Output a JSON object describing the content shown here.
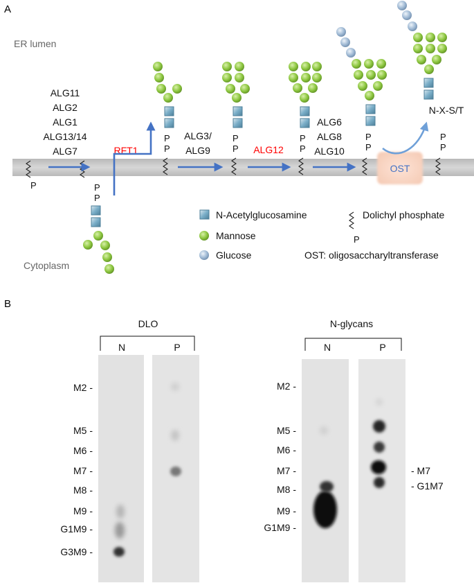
{
  "panel_a": {
    "letter": "A",
    "er_lumen": "ER lumen",
    "cytoplasm": "Cytoplasm",
    "enzymes_left": [
      "ALG11",
      "ALG2",
      "ALG1",
      "ALG13/14",
      "ALG7"
    ],
    "flippase": "RFT1",
    "alg3_9": [
      "ALG3/",
      "ALG9"
    ],
    "alg12": "ALG12",
    "alg6_8_10": [
      "ALG6",
      "ALG8",
      "ALG10"
    ],
    "ost": "OST",
    "nxst": "N-X-S/T",
    "p": "P",
    "legend": {
      "glcnac": "N-Acetylglucosamine",
      "mannose": "Mannose",
      "glucose": "Glucose",
      "dolichyl": "Dolichyl phosphate",
      "ost_def": "OST: oligosaccharyltransferase"
    },
    "colors": {
      "mannose": "#8cc63f",
      "glucose": "#9fb9d4",
      "glcnac": "#7aaec8",
      "membrane": "#cfcfcf",
      "arrow": "#4472c4",
      "red_label": "#ff0000",
      "ost_box": "#fad7c6"
    }
  },
  "panel_b": {
    "letter": "B",
    "dlo": {
      "title": "DLO",
      "lanes": [
        "N",
        "P"
      ]
    },
    "nglycans": {
      "title": "N-glycans",
      "lanes": [
        "N",
        "P"
      ]
    },
    "markers": [
      "M2 -",
      "M5 -",
      "M6 -",
      "M7 -",
      "M8 -",
      "M9 -",
      "G1M9 -",
      "G3M9 -"
    ],
    "markers_right": [
      "M2 -",
      "M5 -",
      "M6 -",
      "M7 -",
      "M8 -",
      "M9 -",
      "G1M9 -"
    ],
    "right_annot": [
      "- M7",
      "- G1M7"
    ]
  }
}
